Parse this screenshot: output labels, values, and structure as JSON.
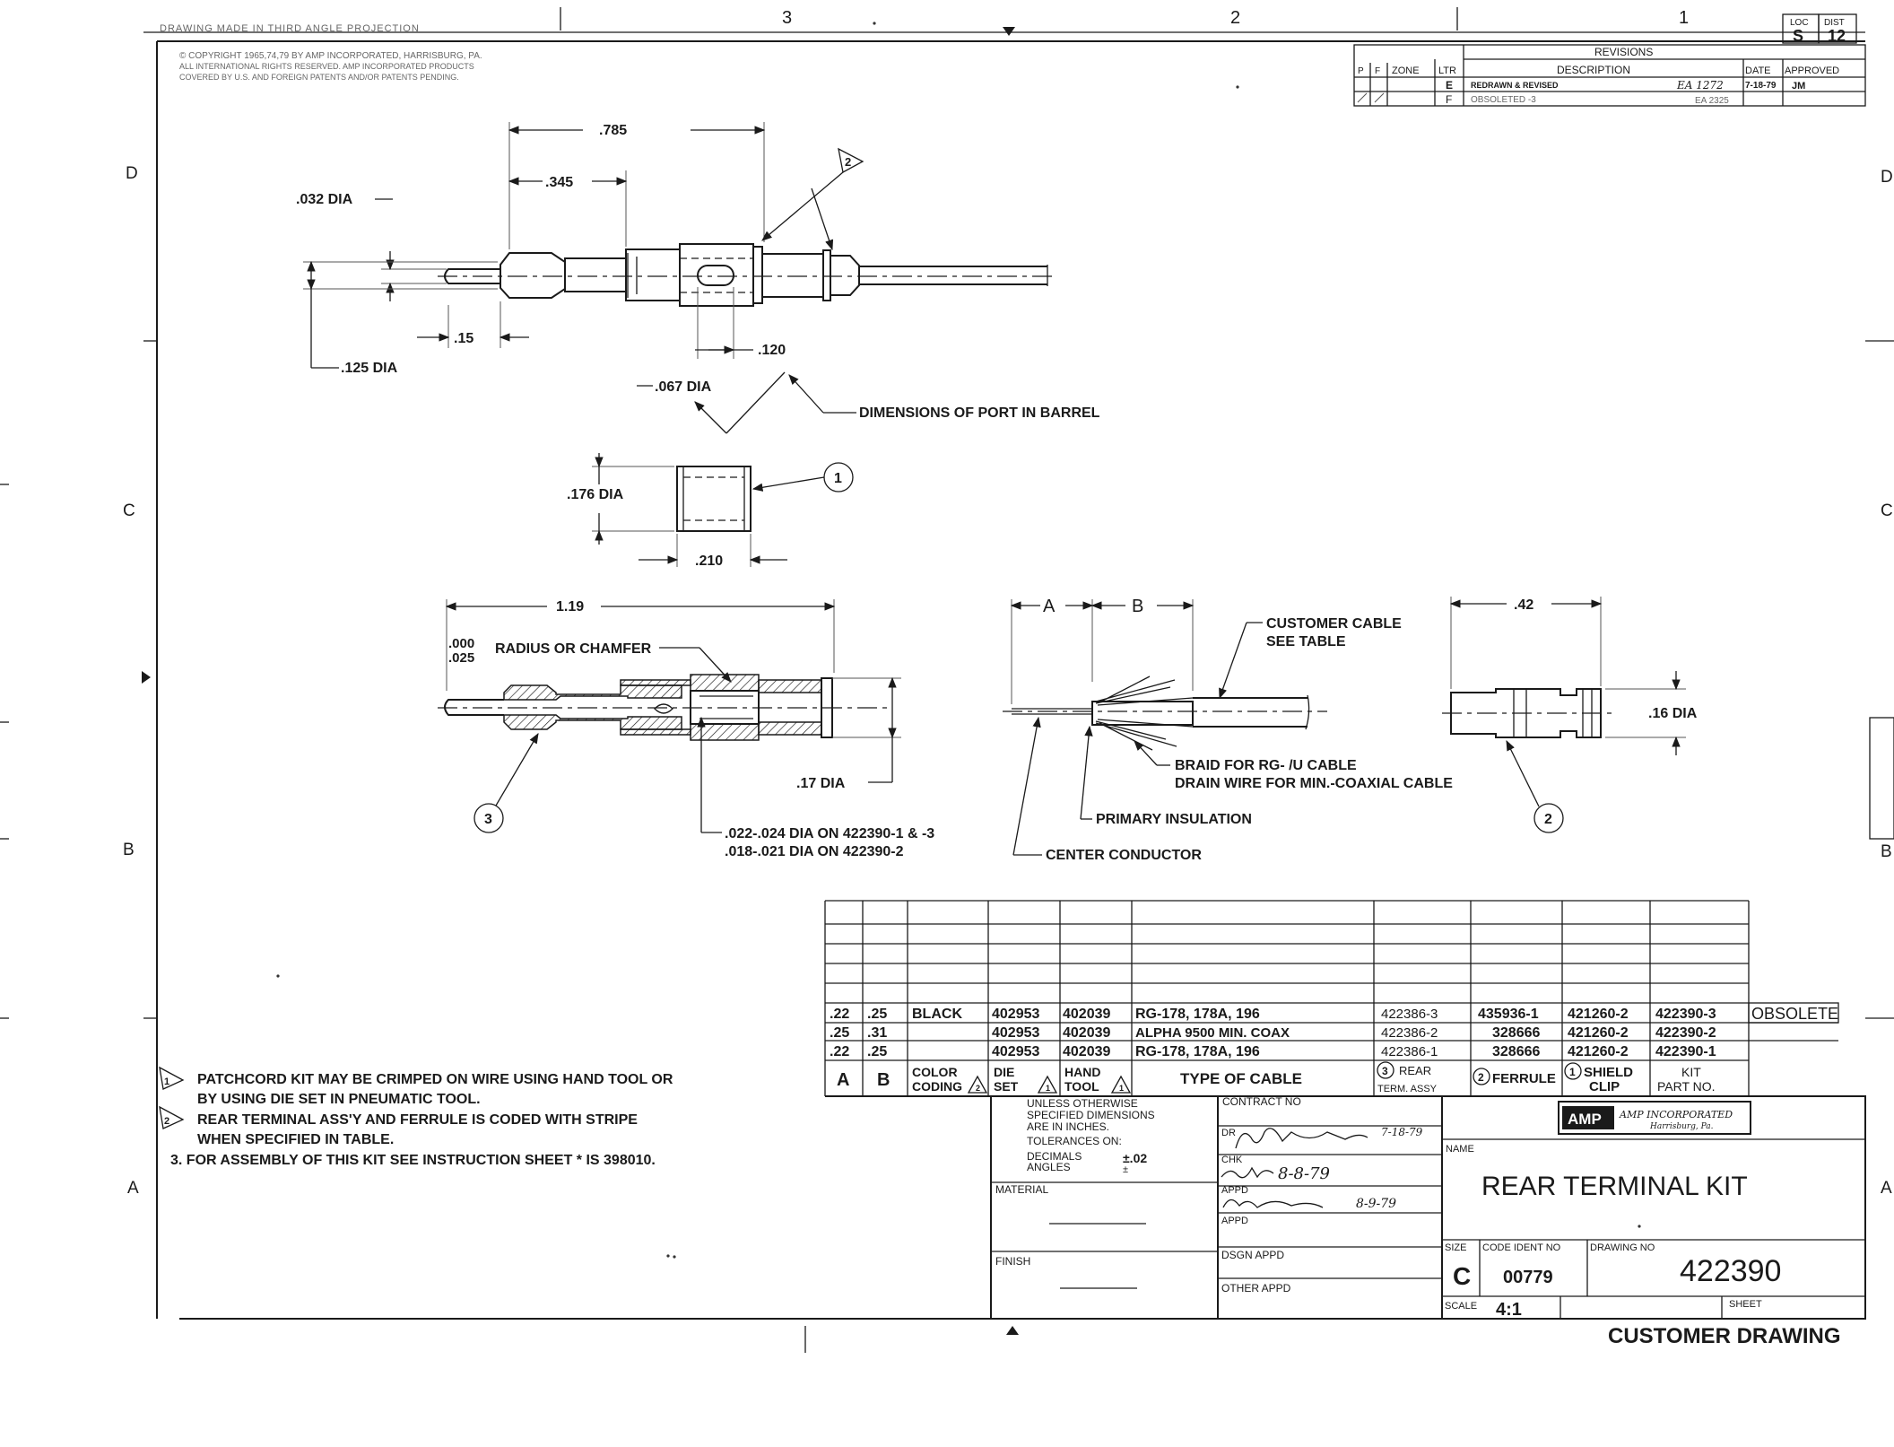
{
  "header": {
    "projection_note": "DRAWING MADE IN THIRD ANGLE PROJECTION",
    "copyright_line1": "© COPYRIGHT 1965,74,79 BY AMP INCORPORATED, HARRISBURG, PA.",
    "copyright_line2": "ALL INTERNATIONAL RIGHTS RESERVED. AMP INCORPORATED PRODUCTS",
    "copyright_line3": "COVERED BY U.S. AND FOREIGN PATENTS AND/OR PATENTS PENDING.",
    "loc_label": "LOC",
    "loc_value": "S",
    "dist_label": "DIST",
    "dist_value": "12"
  },
  "zones": {
    "columns": [
      "3",
      "2",
      "1"
    ],
    "rows": [
      "D",
      "C",
      "B",
      "A"
    ]
  },
  "revisions": {
    "title": "REVISIONS",
    "headers": {
      "p": "P",
      "f": "F",
      "zone": "ZONE",
      "ltr": "LTR",
      "description": "DESCRIPTION",
      "date": "DATE",
      "approved": "APPROVED"
    },
    "rows": [
      {
        "ltr": "E",
        "description": "REDRAWN & REVISED",
        "ref": "EA 1272",
        "date": "7-18-79",
        "approved": "JM"
      },
      {
        "ltr": "F",
        "description": "OBSOLETED -3",
        "ref": "EA 2325",
        "date": "",
        "approved": ""
      }
    ]
  },
  "dimensions": {
    "d_785": ".785",
    "d_345": ".345",
    "d_032": ".032 DIA",
    "d_125": ".125 DIA",
    "d_15": ".15",
    "d_120": ".120",
    "d_067": ".067 DIA",
    "port_note": "DIMENSIONS OF PORT IN BARREL",
    "d_176": ".176 DIA",
    "d_210": ".210",
    "d_119": "1.19",
    "radius_top": ".000",
    "radius_bottom": ".025",
    "radius_note": "RADIUS OR CHAMFER",
    "d_17": ".17 DIA",
    "pin_dia_1": ".022-.024  DIA ON 422390-1 & -3",
    "pin_dia_2": ".018-.021  DIA ON 422390-2",
    "strip_a": "A",
    "strip_b": "B",
    "customer_cable_1": "CUSTOMER CABLE",
    "customer_cable_2": "SEE TABLE",
    "braid_1": "BRAID  FOR RG- /U CABLE",
    "braid_2": "DRAIN WIRE FOR MIN.-COAXIAL CABLE",
    "primary_insulation": "PRIMARY INSULATION",
    "center_conductor": "CENTER CONDUCTOR",
    "d_42": ".42",
    "d_16": ".16 DIA"
  },
  "balloons": {
    "one": "1",
    "two": "2",
    "three": "3"
  },
  "notes": {
    "n1_line1": "PATCHCORD KIT MAY BE CRIMPED ON WIRE USING HAND TOOL OR",
    "n1_line2": "BY USING DIE SET IN PNEUMATIC TOOL.",
    "n2_line1": "REAR  TERMINAL ASS'Y AND FERRULE IS CODED WITH STRIPE",
    "n2_line2": "WHEN  SPECIFIED IN TABLE.",
    "n3": "3.  FOR ASSEMBLY OF THIS KIT SEE INSTRUCTION SHEET * IS 398010."
  },
  "table": {
    "headers": {
      "a": "A",
      "b": "B",
      "color_1": "COLOR",
      "color_2": "CODING",
      "die_1": "DIE",
      "die_2": "SET",
      "tool_1": "HAND",
      "tool_2": "TOOL",
      "cable": "TYPE  OF CABLE",
      "rear_1": "REAR",
      "rear_2": "TERM. ASSY",
      "ferrule": "FERRULE",
      "shield_1": "SHIELD",
      "shield_2": "CLIP",
      "kit_1": "KIT",
      "kit_2": "PART  NO."
    },
    "rows": [
      {
        "a": ".22",
        "b": ".25",
        "color": "BLACK",
        "die": "402953",
        "tool": "402039",
        "cable": "RG-178,  178A,  196",
        "rear": "422386-3",
        "ferrule": "435936-1",
        "shield": "421260-2",
        "kit": "422390-3",
        "status": "OBSOLETE"
      },
      {
        "a": ".25",
        "b": ".31",
        "color": "",
        "die": "402953",
        "tool": "402039",
        "cable": "ALPHA  9500  MIN. COAX",
        "rear": "422386-2",
        "ferrule": "328666",
        "shield": "421260-2",
        "kit": "422390-2",
        "status": ""
      },
      {
        "a": ".22",
        "b": ".25",
        "color": "",
        "die": "402953",
        "tool": "402039",
        "cable": "RG-178,  178A,  196",
        "rear": "422386-1",
        "ferrule": "328666",
        "shield": "421260-2",
        "kit": "422390-1",
        "status": ""
      }
    ]
  },
  "title_block": {
    "tol_1": "UNLESS OTHERWISE",
    "tol_2": "SPECIFIED DIMENSIONS",
    "tol_3": "ARE IN INCHES.",
    "tol_4": "TOLERANCES ON:",
    "decimals": "DECIMALS",
    "angles": "ANGLES",
    "decimals_value": "±.02",
    "angles_value": "±",
    "contract_no": "CONTRACT NO",
    "dr": "DR",
    "dr_date": "7-18-79",
    "chk": "CHK",
    "chk_date": "8-8-79",
    "appd": "APPD",
    "appd_date": "8-9-79",
    "appd2": "APPD",
    "material": "MATERIAL",
    "finish": "FINISH",
    "dsgn_appd": "DSGN APPD",
    "other_appd": "OTHER APPD",
    "company_logo": "AMP",
    "company_name": "AMP INCORPORATED",
    "company_city": "Harrisburg, Pa.",
    "name_label": "NAME",
    "drawing_name": "REAR TERMINAL KIT",
    "size_label": "SIZE",
    "size_value": "C",
    "code_ident_label": "CODE IDENT NO",
    "code_ident_value": "00779",
    "drawing_no_label": "DRAWING NO",
    "drawing_no_value": "422390",
    "scale_label": "SCALE",
    "scale_value": "4:1",
    "sheet_label": "SHEET",
    "customer_drawing": "CUSTOMER DRAWING"
  }
}
